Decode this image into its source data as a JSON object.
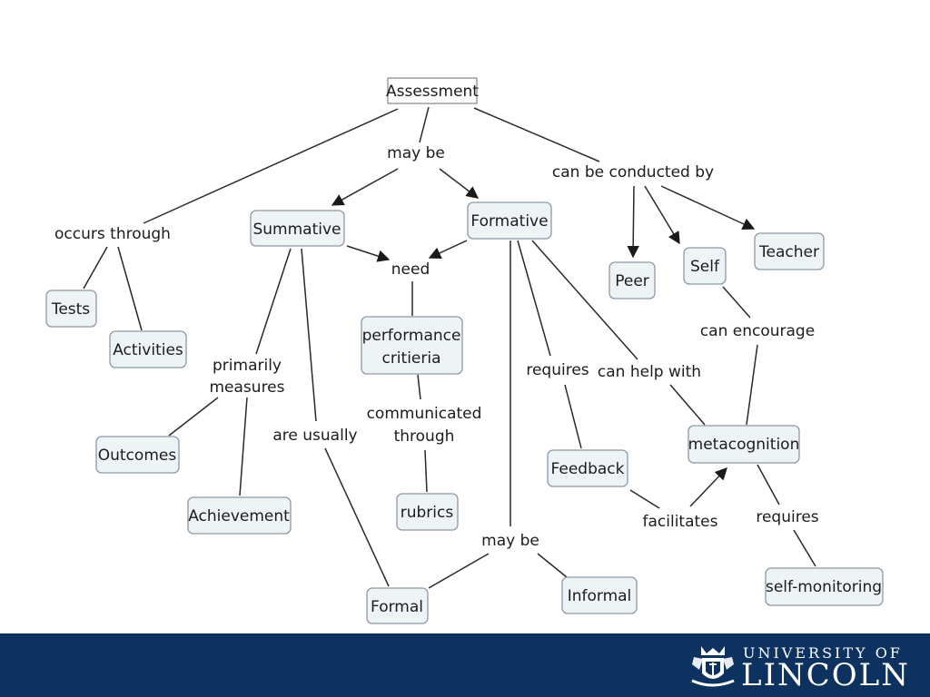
{
  "concept_map": {
    "nodes": {
      "assessment": "Assessment",
      "summative": "Summative",
      "formative": "Formative",
      "tests": "Tests",
      "activities": "Activities",
      "outcomes": "Outcomes",
      "achievement": "Achievement",
      "performance_line1": "performance",
      "performance_line2": "critieria",
      "rubrics": "rubrics",
      "formal": "Formal",
      "informal": "Informal",
      "feedback": "Feedback",
      "metacognition": "metacognition",
      "peer": "Peer",
      "self": "Self",
      "teacher": "Teacher",
      "self_monitoring": "self-monitoring"
    },
    "link_labels": {
      "may_be_top": "may be",
      "can_be_conducted_by": "can be conducted by",
      "occurs_through": "occurs through",
      "need": "need",
      "primarily_line1": "primarily",
      "primarily_line2": "measures",
      "are_usually": "are usually",
      "communicated_line1": "communicated",
      "communicated_line2": "through",
      "requires_formative": "requires",
      "can_help_with": "can help with",
      "can_encourage": "can encourage",
      "facilitates": "facilitates",
      "requires_meta": "requires",
      "may_be_bottom": "may be"
    }
  },
  "footer": {
    "university_line": "UNIVERSITY OF",
    "university_name": "LINCOLN",
    "background_color": "#0e3260"
  }
}
